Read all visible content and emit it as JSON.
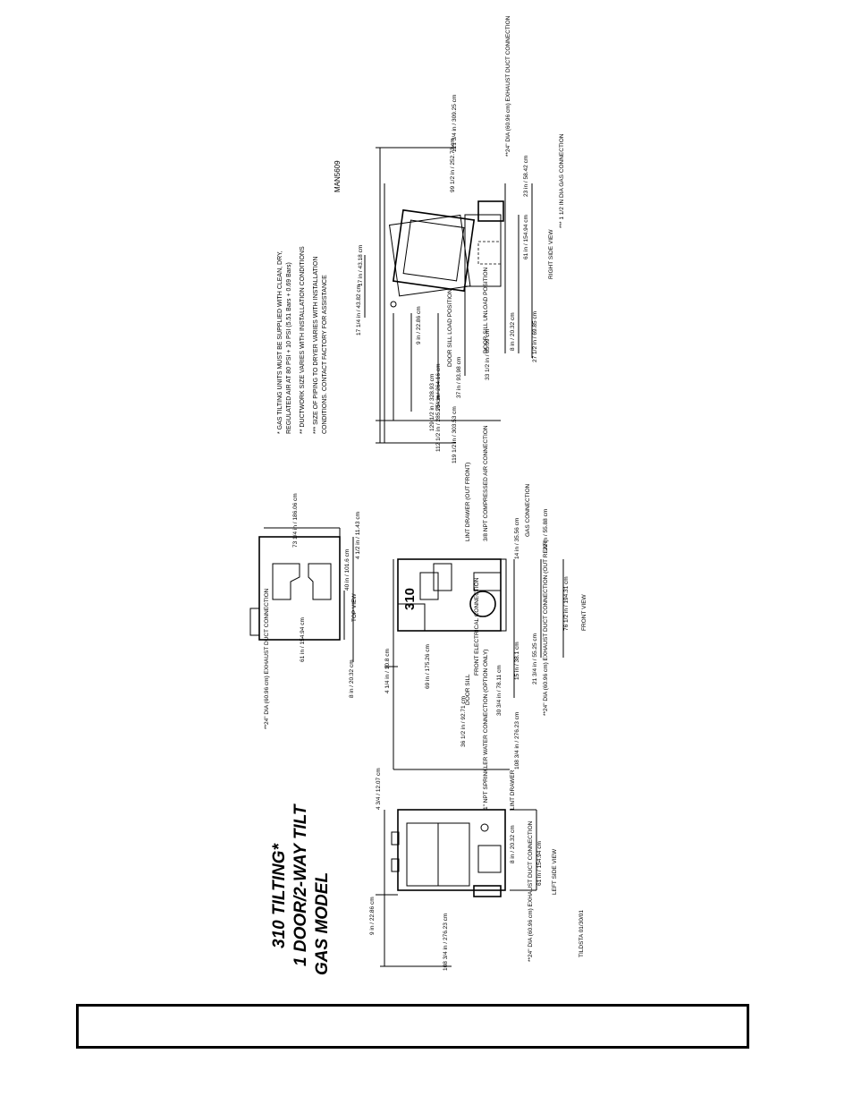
{
  "title": {
    "line1": "310 TILTING*",
    "line2": "1 DOOR/2-WAY TILT",
    "line3": "GAS MODEL"
  },
  "drawing_number": "MAN5609",
  "date_code": "TILDSTA 01/30/01",
  "notes": [
    "* GAS TILTING UNITS MUST BE SUPPLIED WITH CLEAN, DRY,",
    "  REGULATED AIR AT 80 PSI + 10 PSI (5.51 Bars + 0.69 Bars)",
    "** DUCTWORK SIZE VARIES WITH INSTALLATION CONDITIONS",
    "*** SIZE OF PIPING TO DRYER VARIES WITH INSTALLATION",
    "    CONDITIONS. CONTACT FACTORY FOR ASSISTANCE"
  ],
  "views": {
    "left_side": {
      "label": "LEFT SIDE VIEW",
      "dims": [
        "9 in / 22.86 cm",
        "108 3/4 in / 276.23 cm",
        "4 3/4 / 12.07 cm",
        "8 in / 20.32 cm",
        "61 in / 154.94 cm"
      ],
      "callouts": [
        "1\" NPT SPRINKLER WATER CONNECTION (OPTION ONLY)",
        "LINT DRAWER",
        "**24\" DIA (60.96 cm) EXHAUST DUCT CONNECTION"
      ]
    },
    "top": {
      "label": "TOP VIEW",
      "dims": [
        "8 in / 20.32 cm",
        "61 in / 154.94 cm",
        "40 in / 101.6 cm",
        "4 1/2 in / 11.43 cm",
        "73 1/4 in / 186.06 cm"
      ],
      "callouts": [
        "**24\" DIA (60.96 cm) EXHAUST DUCT CONNECTION"
      ]
    },
    "front": {
      "label": "FRONT VIEW",
      "panel_label": "310",
      "dims": [
        "108 3/4 in / 276.23 cm",
        "4 1/4 in / 10.8 cm",
        "69 in / 175.26 cm",
        "36 1/2 in / 92.71 cm",
        "30 3/4 in / 78.11 cm",
        "15 in / 38.1 cm",
        "21 3/4 in / 55.25 cm",
        "76 1/2 in / 194.31 cm",
        "22 in / 55.88 cm",
        "14 in / 35.56 cm"
      ],
      "callouts": [
        "DOOR SILL",
        "FRONT ELECTRICAL CONNECTION",
        "LINT DRAWER (OUT FRONT)",
        "3/8 NPT COMPRESSED AIR CONNECTION",
        "GAS CONNECTION",
        "**24\" DIA (60.96 cm) EXHAUST DUCT CONNECTION (OUT REAR)"
      ]
    },
    "right_side": {
      "label": "RIGHT SIDE VIEW",
      "dims": [
        "17 in / 43.18 cm",
        "17 1/4 in / 43.82 cm",
        "9 in / 22.86 cm",
        "99 1/2 in / 252.73 cm",
        "121 3/4 in / 309.25 cm",
        "23 in / 58.42 cm",
        "61 in / 154.94 cm",
        "8 in / 20.32 cm",
        "27 1/2 in / 69.85 cm",
        "33 1/2 in / 85.09 cm",
        "37 in / 93.98 cm",
        "104 in / 264.16 cm",
        "129 1/2 in / 328.93 cm",
        "119 1/2 in / 303.53 cm",
        "112 1/2 in / 285.75 cm"
      ],
      "callouts": [
        "DOOR SILL LOAD POSITION",
        "DOOR SILL UNLOAD POSITION",
        "**24\" DIA (60.96 cm) EXHAUST DUCT CONNECTION",
        "*** 1 1/2 IN DIA GAS CONNECTION"
      ]
    }
  }
}
